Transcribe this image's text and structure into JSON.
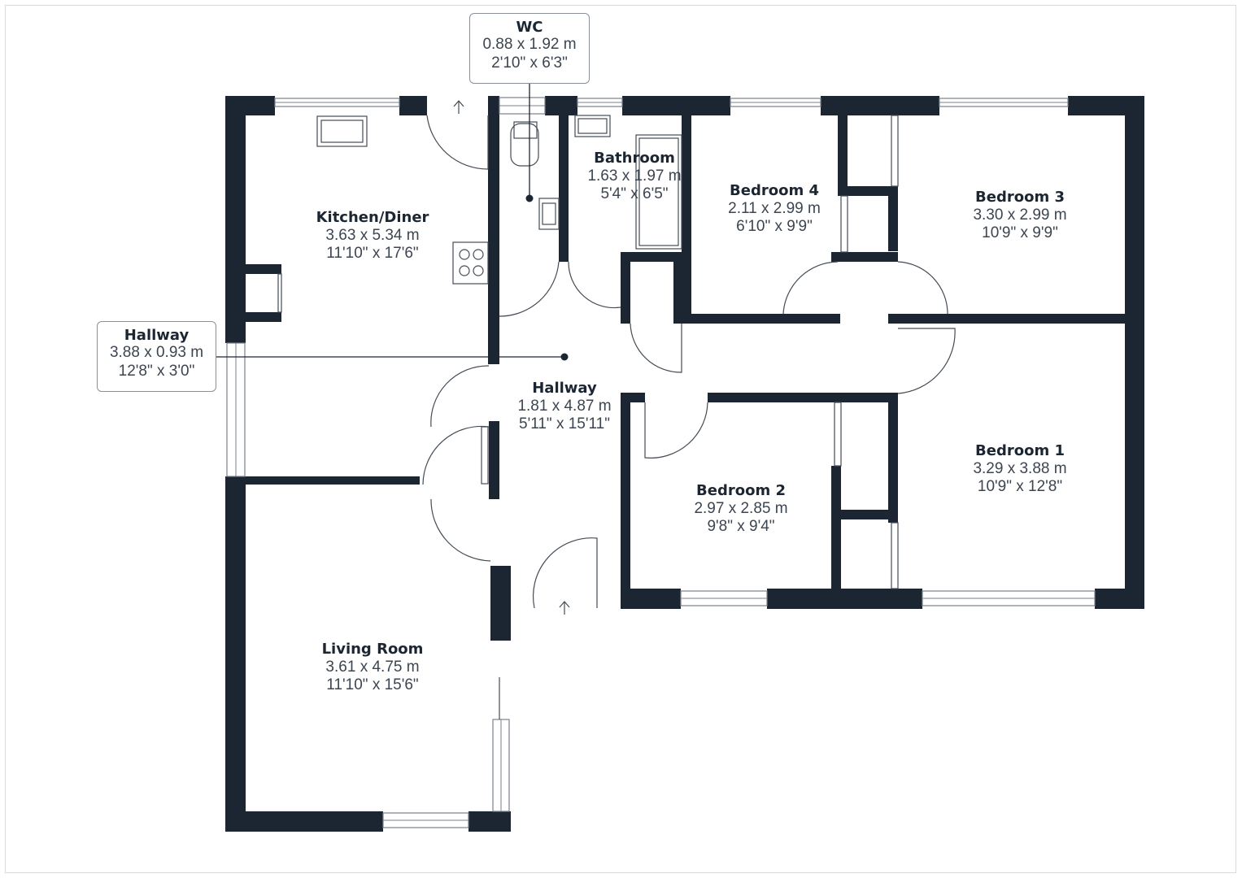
{
  "colors": {
    "wall": "#1c2633",
    "line": "#444c56",
    "glass": "#7a828c",
    "label": "#1c2633"
  },
  "rooms": {
    "kitchen": {
      "name": "Kitchen/Diner",
      "metric": "3.63 x 5.34 m",
      "imperial": "11'10\" x 17'6\""
    },
    "bathroom": {
      "name": "Bathroom",
      "metric": "1.63 x 1.97 m",
      "imperial": "5'4\" x 6'5\""
    },
    "bedroom4": {
      "name": "Bedroom 4",
      "metric": "2.11 x 2.99 m",
      "imperial": "6'10\" x 9'9\""
    },
    "bedroom3": {
      "name": "Bedroom 3",
      "metric": "3.30 x 2.99 m",
      "imperial": "10'9\" x 9'9\""
    },
    "hallway": {
      "name": "Hallway",
      "metric": "1.81 x 4.87 m",
      "imperial": "5'11\" x 15'11\""
    },
    "bedroom2": {
      "name": "Bedroom 2",
      "metric": "2.97 x 2.85 m",
      "imperial": "9'8\" x 9'4\""
    },
    "bedroom1": {
      "name": "Bedroom 1",
      "metric": "3.29 x 3.88 m",
      "imperial": "10'9\" x 12'8\""
    },
    "living": {
      "name": "Living Room",
      "metric": "3.61 x 4.75 m",
      "imperial": "11'10\" x 15'6\""
    }
  },
  "callouts": {
    "wc": {
      "name": "WC",
      "metric": "0.88 x 1.92 m",
      "imperial": "2'10\" x 6'3\""
    },
    "hallway_small": {
      "name": "Hallway",
      "metric": "3.88 x 0.93 m",
      "imperial": "12'8\" x 3'0\""
    }
  }
}
